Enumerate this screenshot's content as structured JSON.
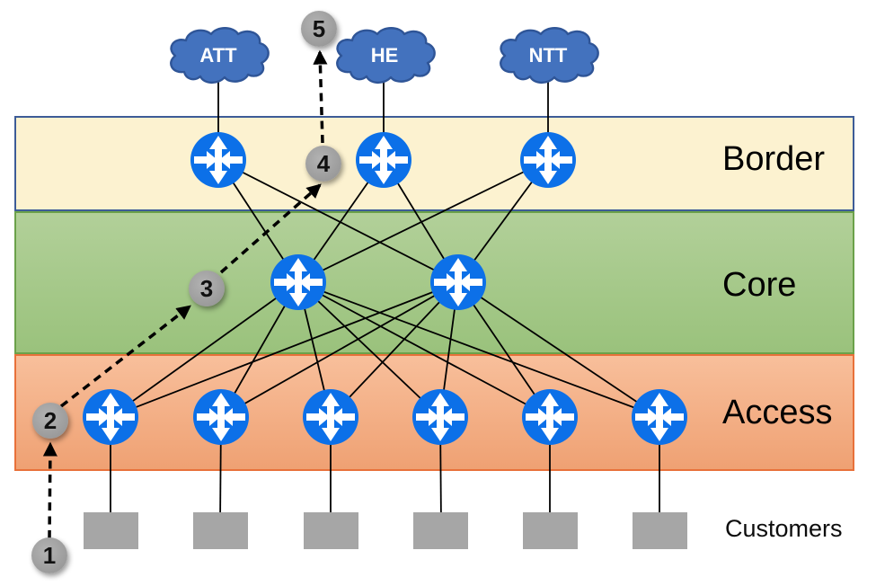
{
  "diagram_title": "network-topology-layers",
  "clouds": [
    {
      "label": "ATT"
    },
    {
      "label": "HE"
    },
    {
      "label": "NTT"
    }
  ],
  "layers": [
    {
      "label": "Border",
      "fill": "#FCF2D0",
      "stroke": "#3D5C97"
    },
    {
      "label": "Core",
      "fill": "#A6CB8B",
      "stroke": "#6BA14A"
    },
    {
      "label": "Access",
      "fill": "#F4AE86",
      "stroke": "#E8713A"
    }
  ],
  "customers_label": "Customers",
  "steps": [
    {
      "label": "1"
    },
    {
      "label": "2"
    },
    {
      "label": "3"
    },
    {
      "label": "4"
    },
    {
      "label": "5"
    }
  ],
  "icons": {
    "router": "router-icon (blue circle, four white cross arrows)",
    "cloud": "isp-cloud-icon",
    "customer": "customer-box",
    "path_arrow": "black-dashed-arrow"
  },
  "colors": {
    "router_fill": "#0C70E8",
    "cloud_fill": "#4372BE",
    "cloud_stroke": "#2F5597",
    "customer_fill": "#A6A6A6",
    "step_fill": "#A6A6A6",
    "link_line": "#000000"
  }
}
